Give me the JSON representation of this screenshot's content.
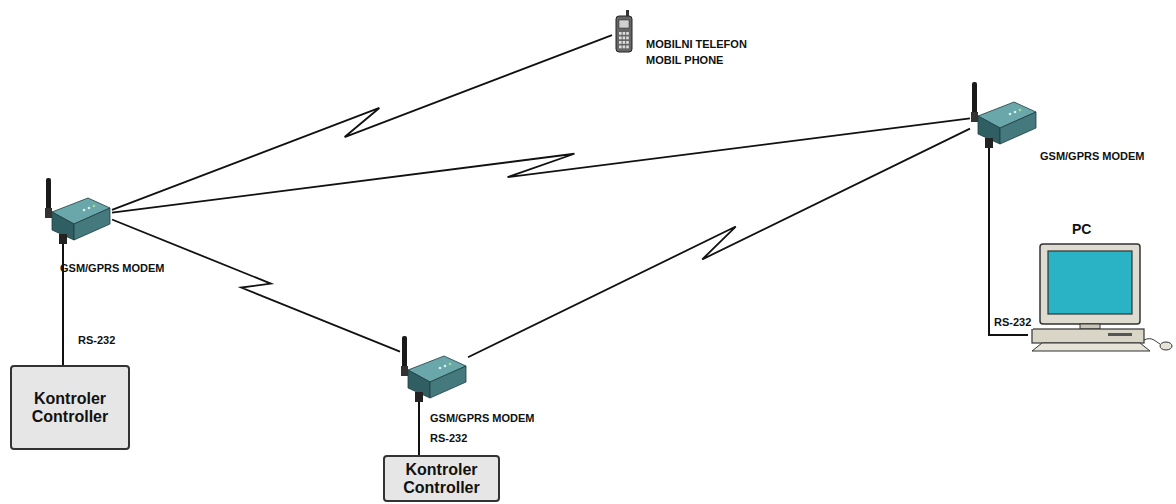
{
  "diagram": {
    "nodes": [
      {
        "text": [
          "MOBILNI TELEFON",
          "MOBIL PHONE"
        ]
      },
      {
        "text": [
          "GSM/GPRS MODEM"
        ]
      },
      {
        "text": [
          "PC"
        ]
      },
      {
        "text": [
          "GSM/GPRS MODEM"
        ]
      },
      {
        "text": [
          "GSM/GPRS MODEM"
        ]
      },
      {
        "text": [
          "Kontroler",
          "Controller"
        ]
      },
      {
        "text": [
          "Kontroler",
          "Controller"
        ]
      }
    ],
    "edges": [
      {
        "from": 3,
        "to": 0,
        "arrow": "none"
      },
      {
        "from": 3,
        "to": 1,
        "arrow": "none"
      },
      {
        "from": 3,
        "to": 4,
        "arrow": "none"
      },
      {
        "from": 4,
        "to": 1,
        "arrow": "none"
      },
      {
        "from": 3,
        "to": 5,
        "label": "RS-232",
        "arrow": "none"
      },
      {
        "from": 4,
        "to": 6,
        "label": "RS-232",
        "arrow": "none"
      },
      {
        "from": 1,
        "to": 2,
        "label": "RS-232",
        "arrow": "none"
      }
    ]
  }
}
